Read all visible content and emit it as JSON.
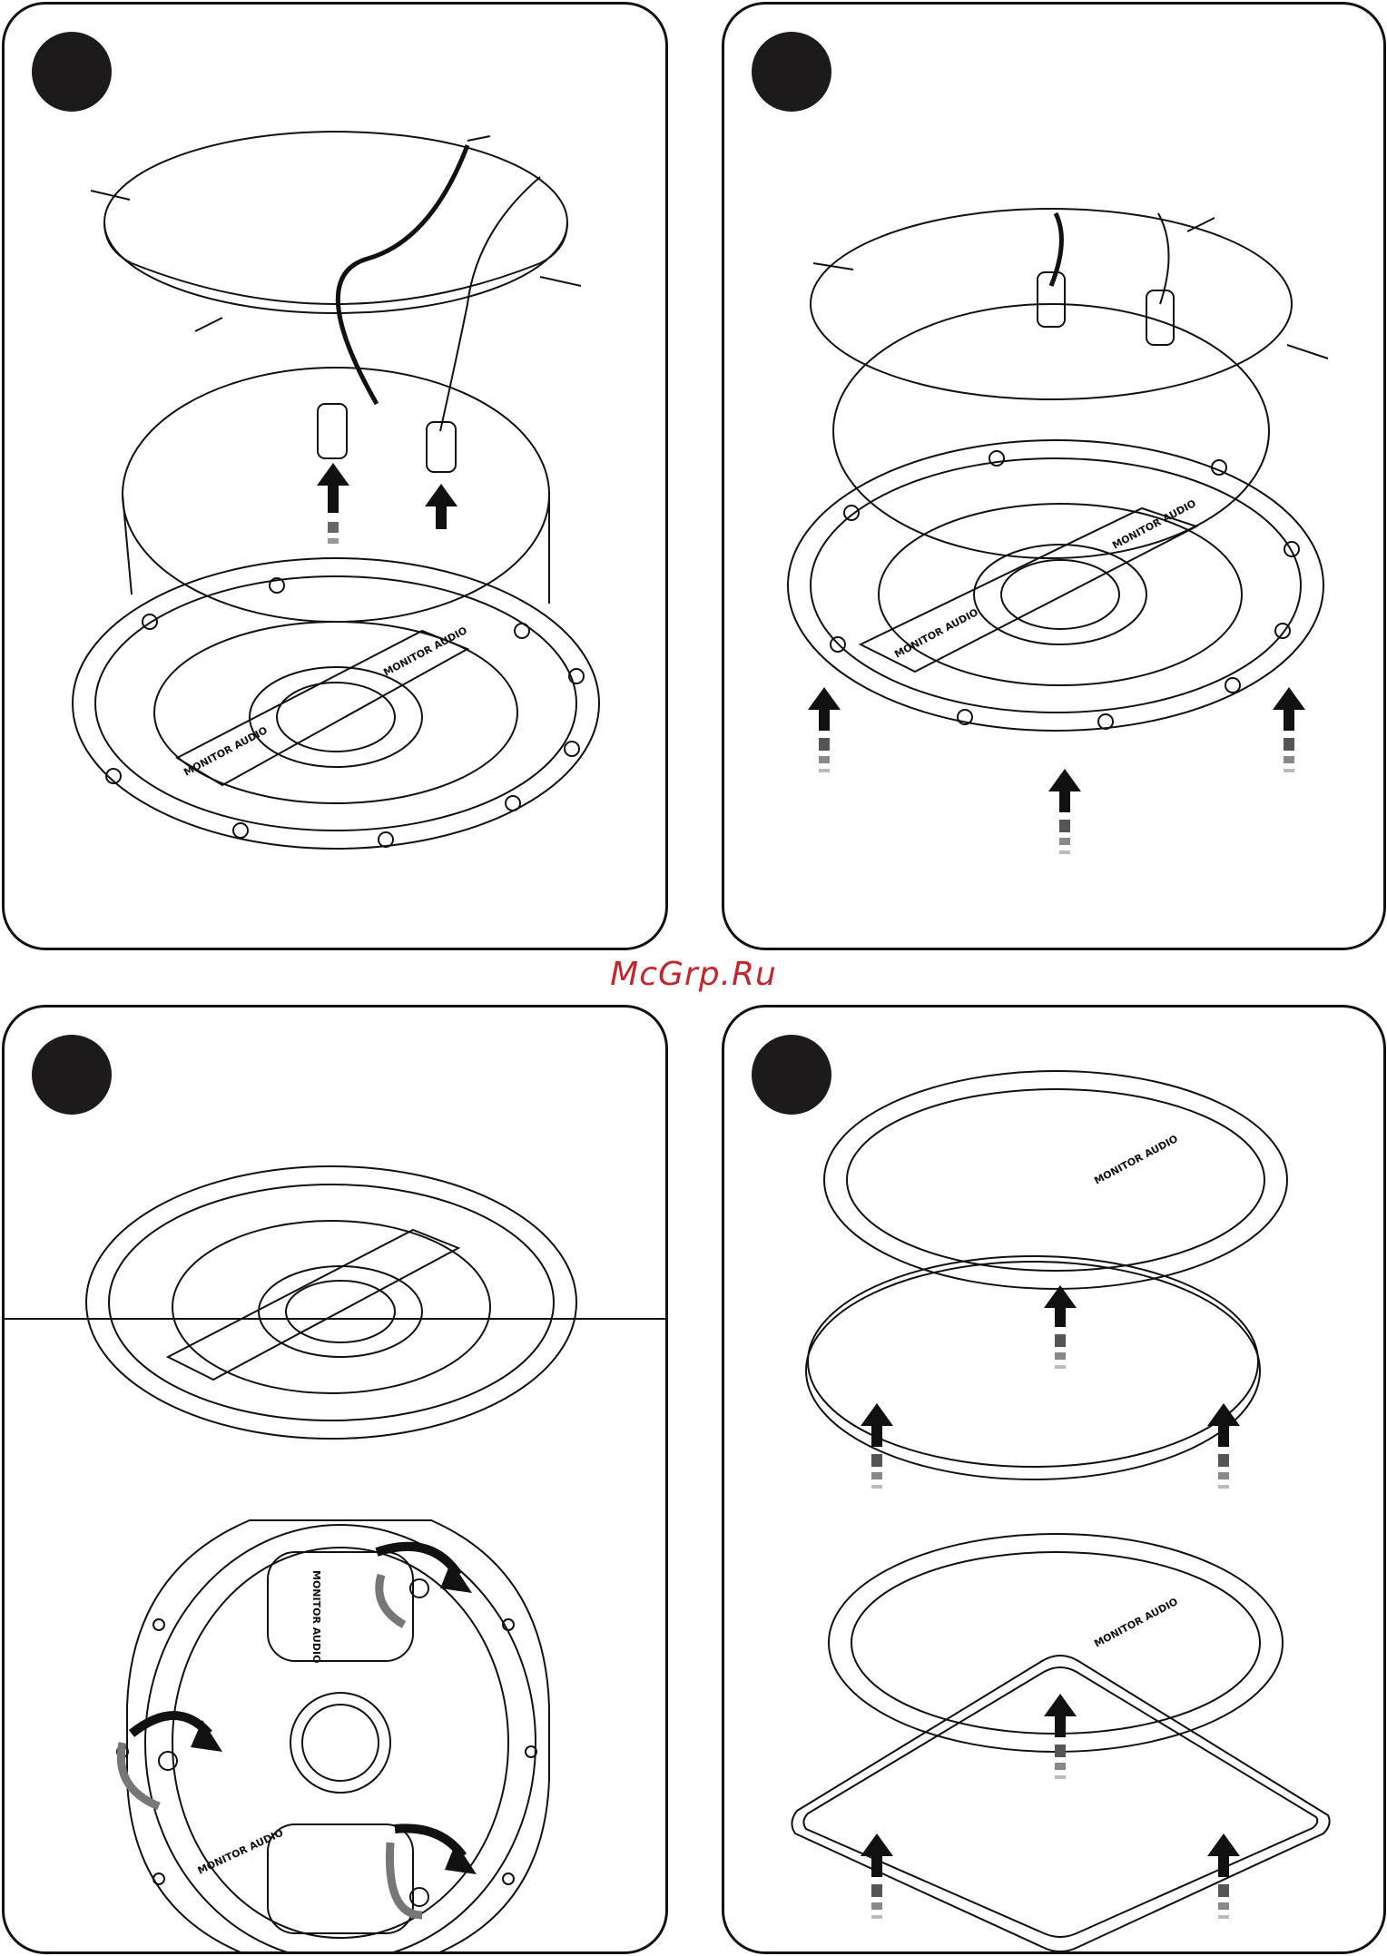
{
  "watermark": "McGrp.Ru",
  "brand_label": "MONITOR AUDIO",
  "colors": {
    "ink": "#111111",
    "step_dot": "#1c1a1a",
    "watermark": "#c1272d",
    "arrow_grey": "#777777"
  },
  "panels": [
    {
      "id": "step-1",
      "content": "speaker pulled down from ceiling with cables attached to terminals"
    },
    {
      "id": "step-2",
      "content": "speaker pushed up into ceiling cut-out"
    },
    {
      "id": "step-3",
      "content": "speaker flush in ceiling; clamp screws tightened"
    },
    {
      "id": "step-4",
      "content": "round and square grilles fitted"
    }
  ]
}
